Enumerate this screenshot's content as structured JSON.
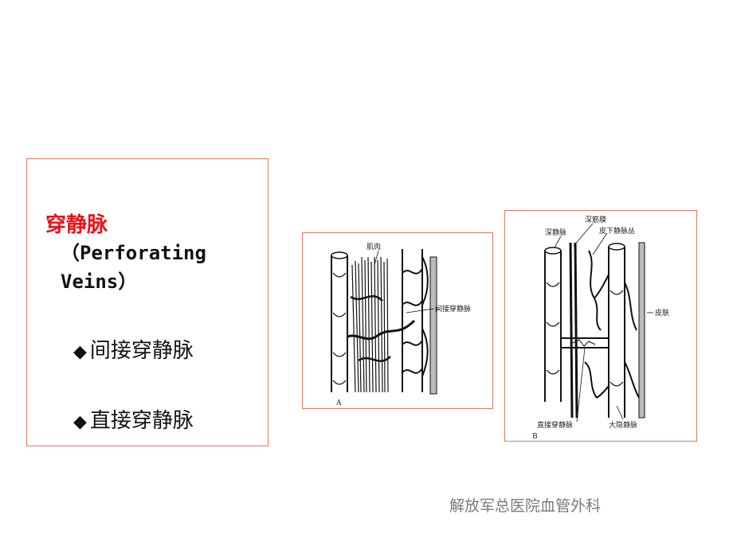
{
  "left_panel": {
    "title": "穿静脉",
    "subtitle_line1": "（Perforating",
    "subtitle_line2": "Veins）",
    "bullet_marker": "◆",
    "bullets": [
      "间接穿静脉",
      "直接穿静脉"
    ]
  },
  "figure_a": {
    "panel_letter": "A",
    "labels": {
      "muscle": "肌肉",
      "indirect_perforator": "间接穿静脉"
    }
  },
  "figure_b": {
    "panel_letter": "B",
    "labels": {
      "deep_vein": "深静脉",
      "deep_fascia": "深筋膜",
      "subcutaneous_plexus": "皮下静脉丛",
      "skin": "皮肤",
      "direct_perforator": "直接穿静脉",
      "great_saphenous": "大隐静脉"
    }
  },
  "footer": "解放军总医院血管外科",
  "colors": {
    "title_red": "#e8141c",
    "frame_border": "#e07a5f",
    "footer_gray": "#7a7a7a"
  }
}
